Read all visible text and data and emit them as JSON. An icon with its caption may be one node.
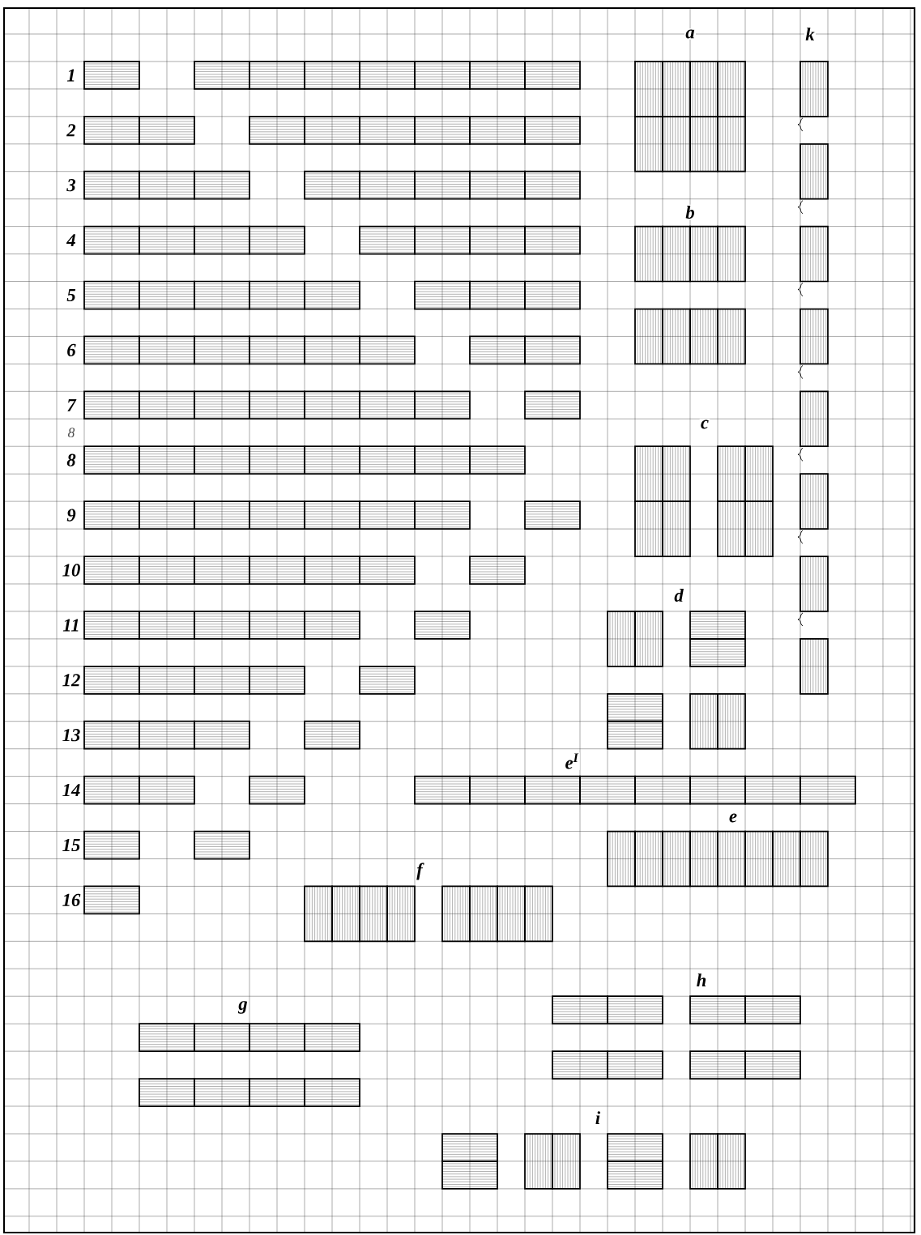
{
  "diagram": {
    "labels": [
      "a",
      "k",
      "1",
      "2",
      "3",
      "b",
      "4",
      "5",
      "6",
      "7",
      "8",
      "c",
      "8",
      "9",
      "10",
      "d",
      "11",
      "12",
      "13",
      "e$^{I}$",
      "14",
      "e",
      "15",
      "f",
      "16",
      "h",
      "g",
      "i"
    ]
  }
}
